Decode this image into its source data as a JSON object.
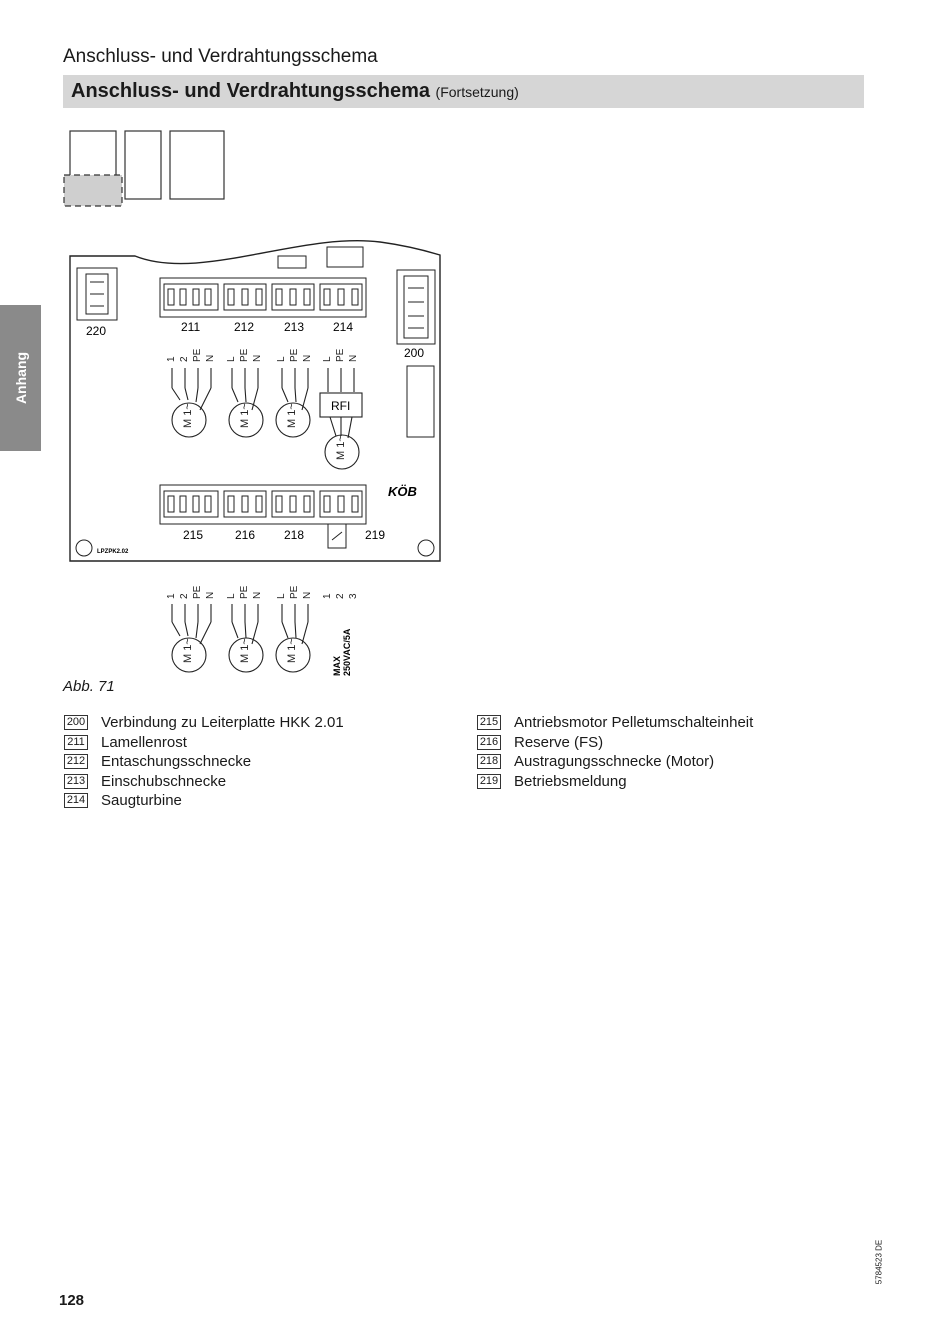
{
  "header": {
    "running_title": "Anschluss- und Verdrahtungsschema",
    "section_title": "Anschluss- und Verdrahtungsschema",
    "section_subtitle": "(Fortsetzung)"
  },
  "side_tab": "Anhang",
  "diagram": {
    "board_label": "LPZPK2.02",
    "rfi_label": "RFI",
    "brand": "KÖB",
    "max_rating": "MAX\n250VAC/5A",
    "connectors": {
      "c200": "200",
      "c211": "211",
      "c212": "212",
      "c213": "213",
      "c214": "214",
      "c215": "215",
      "c216": "216",
      "c218": "218",
      "c219": "219",
      "c220": "220"
    }
  },
  "figure_caption": "Abb. 71",
  "legend": {
    "left": [
      {
        "num": "200",
        "text": "Verbindung zu Leiterplatte HKK 2.01"
      },
      {
        "num": "211",
        "text": "Lamellenrost"
      },
      {
        "num": "212",
        "text": "Entaschungsschnecke"
      },
      {
        "num": "213",
        "text": "Einschubschnecke"
      },
      {
        "num": "214",
        "text": "Saugturbine"
      }
    ],
    "right": [
      {
        "num": "215",
        "text": "Antriebsmotor Pelletumschalteinheit"
      },
      {
        "num": "216",
        "text": "Reserve (FS)"
      },
      {
        "num": "218",
        "text": "Austragungsschnecke (Motor)"
      },
      {
        "num": "219",
        "text": "Betriebsmeldung"
      }
    ]
  },
  "footer": {
    "page_number": "128",
    "doc_code": "5784523 DE"
  }
}
